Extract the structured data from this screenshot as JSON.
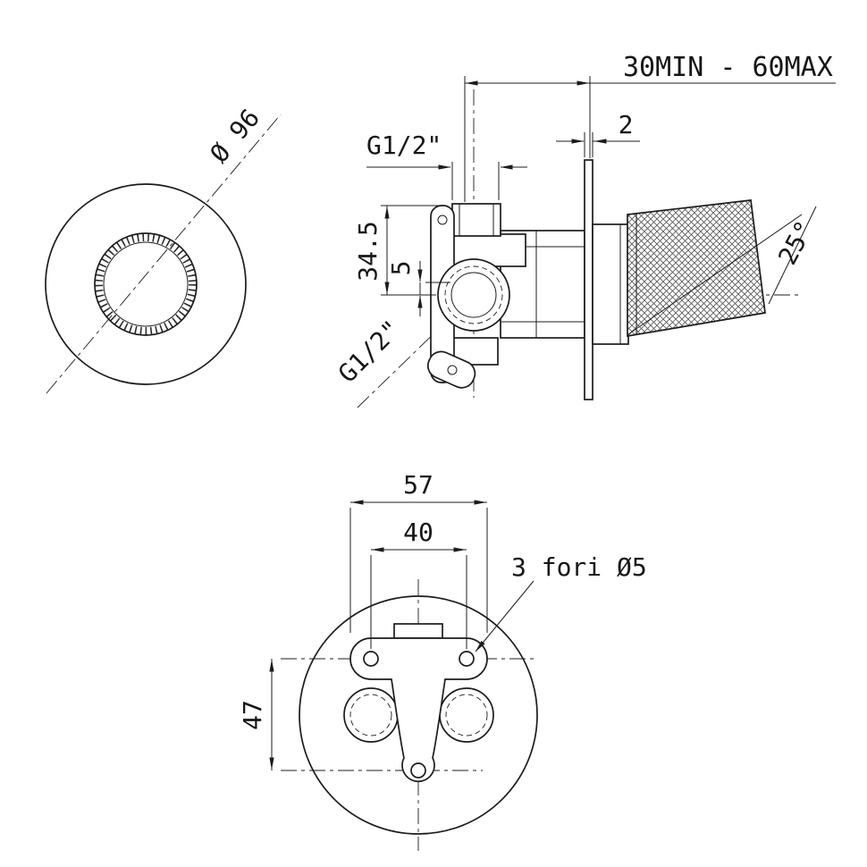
{
  "drawing": {
    "background": "#ffffff",
    "line_color": "#1c1c1c",
    "views": {
      "front": {
        "diameter_label": "Ø 96"
      },
      "side": {
        "depth_range_label": "30MIN - 60MAX",
        "wall_thickness_label": "2",
        "top_thread_label": "G1/2\"",
        "side_thread_label": "G1/2\"",
        "height_label": "34.5",
        "offset_label": "5",
        "handle_angle_label": "25°"
      },
      "bottom": {
        "width_label": "57",
        "hole_spacing_label": "40",
        "holes_note_label": "3 fori Ø5",
        "vertical_spacing_label": "47"
      }
    }
  }
}
